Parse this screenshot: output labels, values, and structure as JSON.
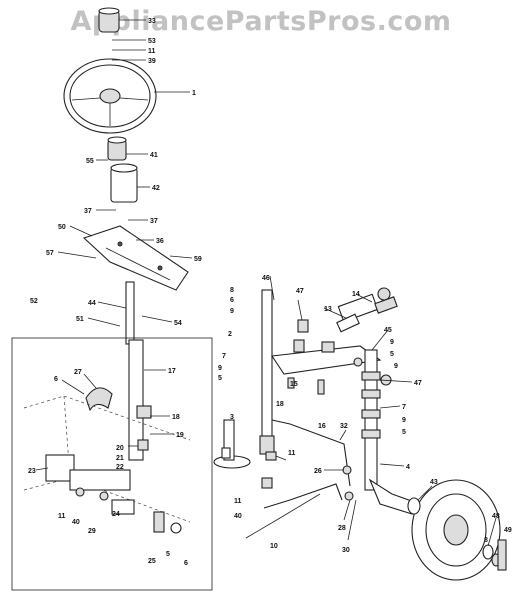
{
  "watermark": "AppliancePartsPros.com",
  "callouts": [
    "33",
    "53",
    "11",
    "39",
    "1",
    "55",
    "41",
    "42",
    "37",
    "50",
    "37",
    "36",
    "57",
    "59",
    "52",
    "44",
    "51",
    "54",
    "17",
    "6",
    "27",
    "18",
    "19",
    "20",
    "21",
    "22",
    "23",
    "11",
    "40",
    "24",
    "29",
    "25",
    "5",
    "6",
    "46",
    "8",
    "6",
    "9",
    "2",
    "7",
    "9",
    "5",
    "47",
    "13",
    "14",
    "45",
    "9",
    "5",
    "9",
    "47",
    "18",
    "15",
    "3",
    "16",
    "7",
    "9",
    "5",
    "32",
    "11",
    "11",
    "40",
    "26",
    "4",
    "43",
    "28",
    "10",
    "30",
    "48",
    "8",
    "49"
  ]
}
